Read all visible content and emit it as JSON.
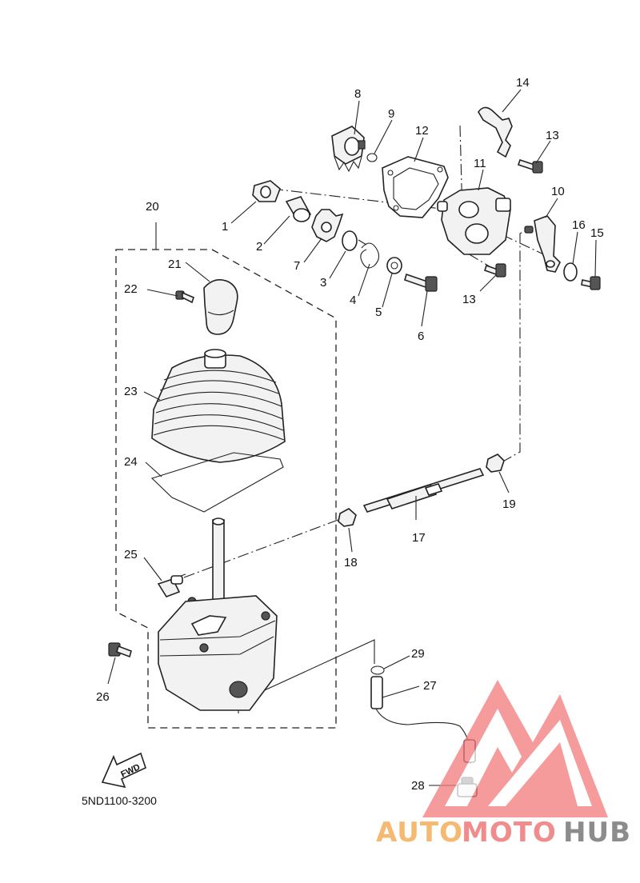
{
  "diagram": {
    "drawing_code": "5ND1100-3200",
    "direction_label": "FWD",
    "callouts": [
      "1",
      "2",
      "3",
      "4",
      "5",
      "6",
      "7",
      "8",
      "9",
      "10",
      "11",
      "12",
      "13",
      "13",
      "14",
      "15",
      "16",
      "17",
      "18",
      "19",
      "20",
      "21",
      "22",
      "23",
      "24",
      "25",
      "26",
      "27",
      "28",
      "29"
    ]
  },
  "watermark": {
    "part1": "AUTO",
    "part2": "MOTO",
    "part3": "HUB",
    "colors": {
      "auto": "#f5b971",
      "moto": "#f08c8c",
      "hub": "#8c8c8c",
      "logo": "#f47a7a"
    }
  }
}
